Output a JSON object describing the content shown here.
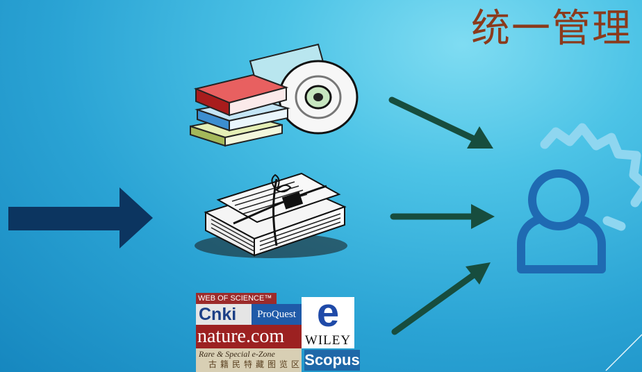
{
  "slide": {
    "title": "统一管理"
  },
  "logos": {
    "web_of_science": "WEB OF SCIENCE™",
    "cnki": "Cnki",
    "proquest": "ProQuest",
    "elsevier": "e",
    "nature": "nature.com",
    "wiley": "WILEY",
    "rare_special_line1": "Rare & Special e-Zone",
    "rare_special_line2": "古籍民特藏图览区",
    "scopus": "Scopus"
  },
  "icons": {
    "big_arrow": "right-arrow-icon",
    "books_cd": "books-and-cd-icon",
    "newspapers": "newspaper-bundle-icon",
    "user_gear": "user-gear-icon"
  },
  "colors": {
    "title": "#8b3a1c",
    "big_arrow": "#0c3560",
    "connector_arrows": "#174d3e",
    "user_icon": "#1f6ab2",
    "gear_outline": "#8fd6f0"
  }
}
